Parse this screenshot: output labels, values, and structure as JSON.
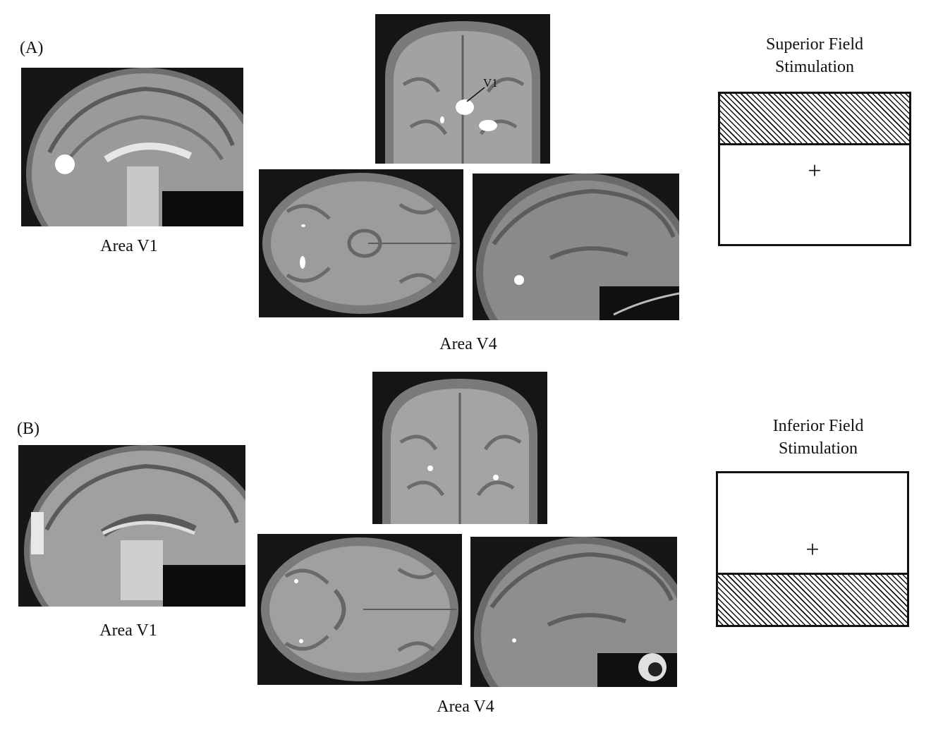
{
  "panels": [
    {
      "letter": "(A)",
      "v1_label": "Area V1",
      "v4_label": "Area V4",
      "annotation": "V1",
      "stim_title_line1": "Superior Field",
      "stim_title_line2": "Stimulation",
      "stim_plus": "+",
      "hatched_region": "top"
    },
    {
      "letter": "(B)",
      "v1_label": "Area V1",
      "v4_label": "Area V4",
      "stim_title_line1": "Inferior Field",
      "stim_title_line2": "Stimulation",
      "stim_plus": "+",
      "hatched_region": "bottom"
    }
  ]
}
